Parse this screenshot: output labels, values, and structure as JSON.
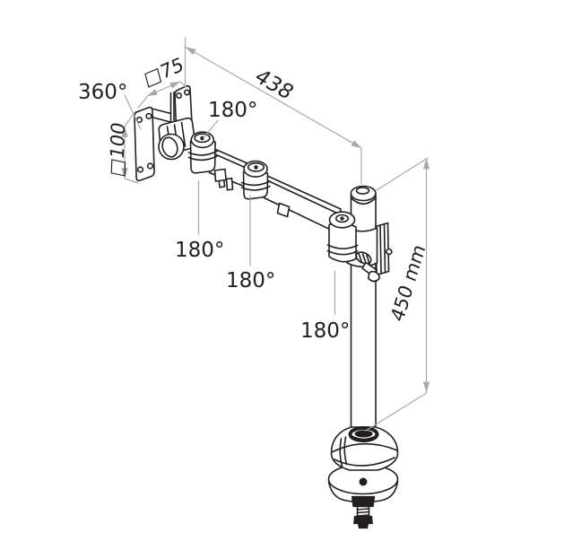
{
  "diagram": {
    "subject": "Monitor arm on desk pole with grommet base - dimension drawing",
    "labels": {
      "vesa_rotation": "360°",
      "vesa_pattern_width": "□75",
      "vesa_pattern_height": "□100",
      "arm_reach": "438",
      "swivel_vesa_joint": "180°",
      "swivel_elbow_joint": "180°",
      "swivel_mid_joint": "180°",
      "swivel_pole_joint": "180°",
      "pole_height": "450 mm"
    },
    "colors": {
      "line": "#231f20",
      "dimension_line": "#a7a9ac",
      "background": "#ffffff"
    }
  }
}
